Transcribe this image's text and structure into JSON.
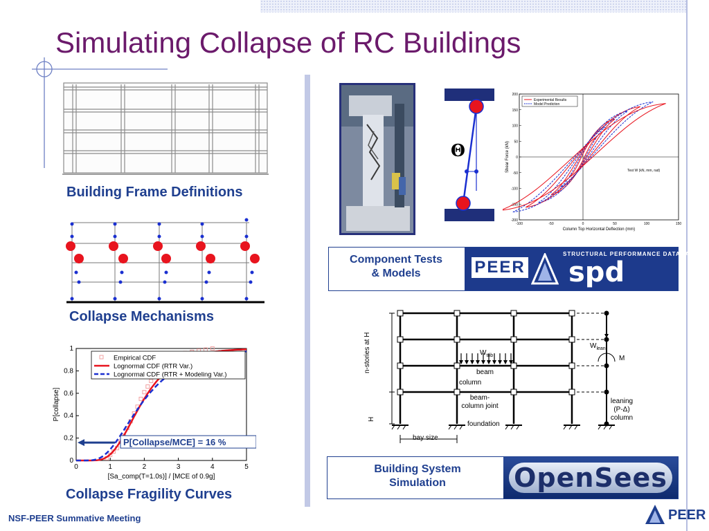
{
  "title": "Simulating Collapse of RC Buildings",
  "captions": {
    "frame": "Building Frame Definitions",
    "mechanisms": "Collapse Mechanisms",
    "fragility": "Collapse Fragility Curves"
  },
  "component_box": {
    "label_line1": "Component Tests",
    "label_line2": "& Models",
    "logo_text": "PEER",
    "logo_small": "STRUCTURAL PERFORMANCE DATABASE",
    "logo_spd": "spd"
  },
  "system_box": {
    "label_line1": "Building System",
    "label_line2": "Simulation",
    "logo_text": "OpenSees"
  },
  "theta_symbol": "Θ",
  "footer": "NSF-PEER Summative Meeting",
  "peer_logo": "PEER",
  "colors": {
    "title": "#6b1a6b",
    "caption": "#1f3f8f",
    "accent_red": "#e8141e",
    "accent_blue": "#1a2fd0",
    "divider": "#b5bde0",
    "logo_bg": "#1d3a8c"
  },
  "hysteresis": {
    "ylabel": "Shear Force (kN)",
    "xlabel": "Column Top Horizontal Deflection (mm)",
    "legend": [
      "Experimental Results",
      "Model Prediction"
    ],
    "yticks": [
      "200",
      "150",
      "100",
      "50",
      "0",
      "-50",
      "-100",
      "-150",
      "-200"
    ],
    "xticks": [
      "-100",
      "-50",
      "0",
      "50",
      "100",
      "150"
    ],
    "test_label": "Test W (kN, mm, rad)"
  },
  "frame_diagram": {
    "ylabel_top": "n-stories at H",
    "ylabel_bottom": "H",
    "w_trib": "W",
    "w_trib_sub": "trib",
    "w_lean": "W",
    "w_lean_sub": "lean",
    "m_label": "M",
    "beam": "beam",
    "column": "column",
    "beam_joint_1": "beam-",
    "beam_joint_2": "column joint",
    "foundation": "foundation",
    "bay_size": "bay size",
    "leaning_1": "leaning",
    "leaning_2": "(P-Δ)",
    "leaning_3": "column"
  },
  "chart_data": {
    "type": "line",
    "xlabel": "[Sa_comp(T=1.0s)] / [MCE of 0.9g]",
    "ylabel": "P[collapse]",
    "xlim": [
      0,
      5
    ],
    "ylim": [
      0,
      1
    ],
    "xticks": [
      "0",
      "1",
      "2",
      "3",
      "4",
      "5"
    ],
    "yticks": [
      "0",
      "0.2",
      "0.4",
      "0.6",
      "0.8",
      "1"
    ],
    "legend_placement": "top-left",
    "annotation": "P[Collapse/MCE] = 16 %",
    "annotation_value": 0.16,
    "series": [
      {
        "name": "Empirical CDF",
        "style": "markers",
        "color": "#f0a0a0",
        "x": [
          0.9,
          1.0,
          1.1,
          1.2,
          1.3,
          1.4,
          1.5,
          1.6,
          1.7,
          1.8,
          1.9,
          2.0,
          2.1,
          2.2,
          2.3,
          2.4,
          2.5,
          2.6,
          2.7,
          2.8,
          2.9,
          3.0,
          3.2,
          3.4,
          3.6,
          3.8,
          4.0
        ],
        "y": [
          0.02,
          0.05,
          0.08,
          0.11,
          0.17,
          0.22,
          0.29,
          0.35,
          0.42,
          0.48,
          0.55,
          0.61,
          0.66,
          0.71,
          0.75,
          0.79,
          0.83,
          0.86,
          0.88,
          0.91,
          0.93,
          0.94,
          0.96,
          0.97,
          0.98,
          0.99,
          1.0
        ]
      },
      {
        "name": "Lognormal CDF (RTR Var.)",
        "style": "solid",
        "color": "#e8141e",
        "median": 1.9,
        "beta": 0.4
      },
      {
        "name": "Lognormal CDF (RTR + Modeling Var.)",
        "style": "dashed",
        "color": "#1a2fd0",
        "median": 1.9,
        "beta": 0.5
      }
    ]
  }
}
